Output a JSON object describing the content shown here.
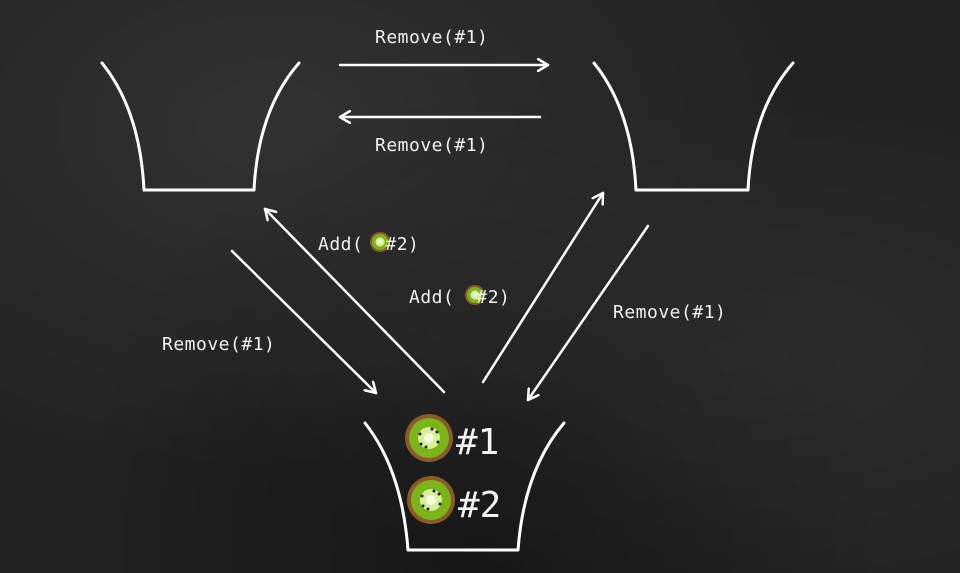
{
  "edges": {
    "top_right": {
      "label": "Remove(#1)"
    },
    "top_left": {
      "label": "Remove(#1)"
    },
    "left_down": {
      "label": "Remove(#1)"
    },
    "right_down": {
      "label": "Remove(#1)"
    },
    "bottom_up_left": {
      "label_prefix": "Add(",
      "label_suffix": "#2)"
    },
    "bottom_up_right": {
      "label_prefix": "Add(",
      "label_suffix": "#2)"
    }
  },
  "bottom_bucket": {
    "items": [
      {
        "id": "#1"
      },
      {
        "id": "#2"
      }
    ]
  },
  "icons": {
    "fruit": "kiwi-icon"
  },
  "colors": {
    "chalk": "#ffffff",
    "board": "#222222",
    "kiwi_skin": "#8a5a2b",
    "kiwi_flesh": "#7cb518"
  }
}
